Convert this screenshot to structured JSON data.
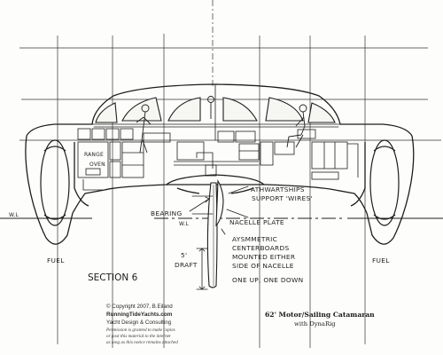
{
  "title": {
    "line1": "62' Motor/Sailing Catamaran",
    "line2": "with DynaRig"
  },
  "section_label": "SECTION 6",
  "copyright": {
    "line1": "© Copyright 2007, B.Eiland",
    "line2": "RunningTideYachts.com",
    "line3": "Yacht Design & Consulting",
    "note1": "Permission is granted to make copies",
    "note2": "or post this material to the internet",
    "note3": "as long as this notice remains attached"
  },
  "labels": {
    "range": "RANGE",
    "oven": "OVEN",
    "fuel_left": "FUEL",
    "fuel_right": "FUEL",
    "wl_left": "W.L",
    "wl_center": "W.L",
    "bearing": "BEARING",
    "athwartships_1": "ATHWARTSHIPS",
    "athwartships_2": "SUPPORT 'WIRES'",
    "nacelle_plate": "NACELLE PLATE",
    "draft_value": "5'",
    "draft_label": "DRAFT",
    "centerboards_1": "AYSMMETRIC",
    "centerboards_2": "CENTERBOARDS",
    "centerboards_3": "MOUNTED EITHER",
    "centerboards_4": "SIDE OF NACELLE",
    "one_up_one_down": "ONE UP, ONE DOWN"
  }
}
